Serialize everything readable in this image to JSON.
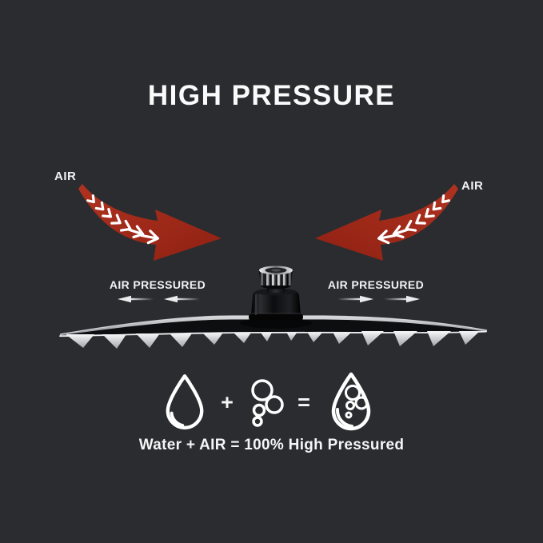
{
  "canvas": {
    "background_color": "#2b2c30",
    "accent_red": "#a1281a",
    "text_color": "#f5f5f6"
  },
  "title": "HIGH PRESSURE",
  "airflow": {
    "left": {
      "label": "AIR",
      "icon": "curved-air-arrow-pointing-right-icon"
    },
    "right": {
      "label": "AIR",
      "icon": "curved-air-arrow-pointing-left-icon"
    }
  },
  "air_pressured": {
    "left": {
      "label": "AIR PRESSURED",
      "arrows_icon": "thin-left-arrows-icon"
    },
    "right": {
      "label": "AIR PRESSURED",
      "arrows_icon": "thin-right-arrows-icon"
    }
  },
  "product": {
    "illustration": "square-rain-shower-head-side-view-with-spray-jets"
  },
  "equation": {
    "water_icon": "water-drop-icon",
    "plus_sign": "+",
    "bubbles_icon": "air-bubbles-icon",
    "equals_sign": "=",
    "result_icon": "water-drop-with-bubbles-icon",
    "caption": "Water + AIR = 100% High Pressured"
  }
}
